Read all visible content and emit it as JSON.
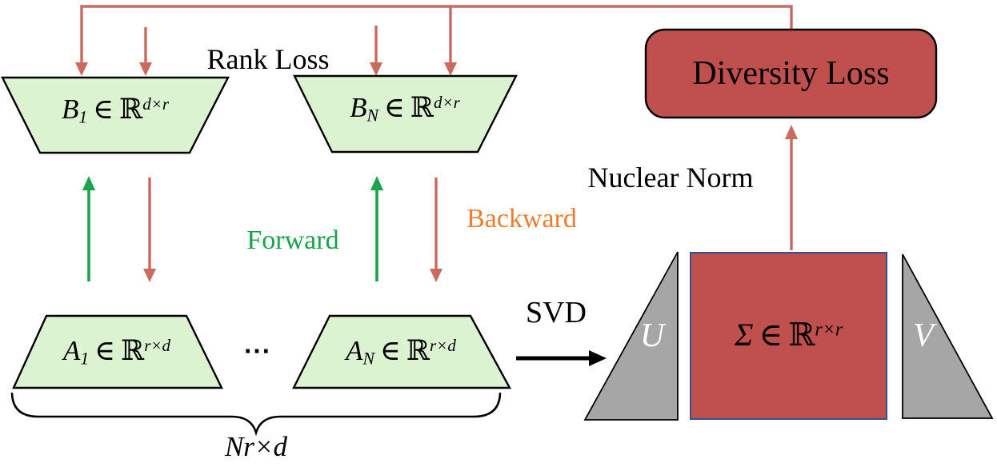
{
  "colors": {
    "green_fill": "#dcf3d2",
    "brick_red": "#c0504d",
    "gray_fill": "#a6a6a6",
    "salmon_arrow": "#c96a5e",
    "green_arrow": "#1aa34a",
    "orange_label": "#ed7d31",
    "navy_border": "#33508c"
  },
  "labels": {
    "rank_loss": "Rank Loss",
    "diversity_loss": "Diversity Loss",
    "nuclear_norm": "Nuclear Norm",
    "forward": "Forward",
    "backward": "Backward",
    "svd": "SVD",
    "dots": "⋯",
    "brace_dim": "Nr×d"
  },
  "matrices": {
    "b1": {
      "base": "B",
      "sub": "1",
      "element_of": "∈",
      "set": "ℝ",
      "sup": "d×r"
    },
    "bn": {
      "base": "B",
      "sub": "N",
      "element_of": "∈",
      "set": "ℝ",
      "sup": "d×r"
    },
    "a1": {
      "base": "A",
      "sub": "1",
      "element_of": "∈",
      "set": "ℝ",
      "sup": "r×d"
    },
    "an": {
      "base": "A",
      "sub": "N",
      "element_of": "∈",
      "set": "ℝ",
      "sup": "r×d"
    },
    "sigma": {
      "base": "Σ",
      "element_of": "∈",
      "set": "ℝ",
      "sup": "r×r"
    },
    "u": "U",
    "v": "V"
  }
}
